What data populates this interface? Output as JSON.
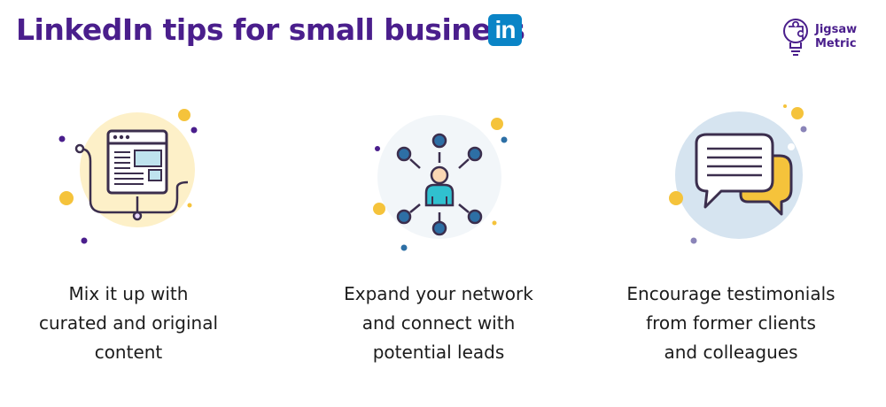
{
  "header": {
    "title": "LinkedIn tips for small business",
    "linkedin_badge": "in",
    "linkedin_icon": "linkedin-icon"
  },
  "logo": {
    "line1": "Jigsaw",
    "line2": "Metric",
    "icon": "puzzle-lightbulb-icon"
  },
  "colors": {
    "title": "#4a1e8c",
    "linkedin_blue": "#0a84c6",
    "yellow": "#f5c33b",
    "navy": "#3b2e4d",
    "cyan": "#30c0cf",
    "steel_blue": "#2d6fa5"
  },
  "tips": [
    {
      "icon": "web-content-icon",
      "lines": [
        "Mix it up with",
        "curated and original",
        "content"
      ]
    },
    {
      "icon": "network-person-icon",
      "lines": [
        "Expand your network",
        "and connect with",
        "potential leads"
      ]
    },
    {
      "icon": "speech-bubbles-icon",
      "lines": [
        "Encourage testimonials",
        "from former clients",
        "and colleagues"
      ]
    }
  ]
}
